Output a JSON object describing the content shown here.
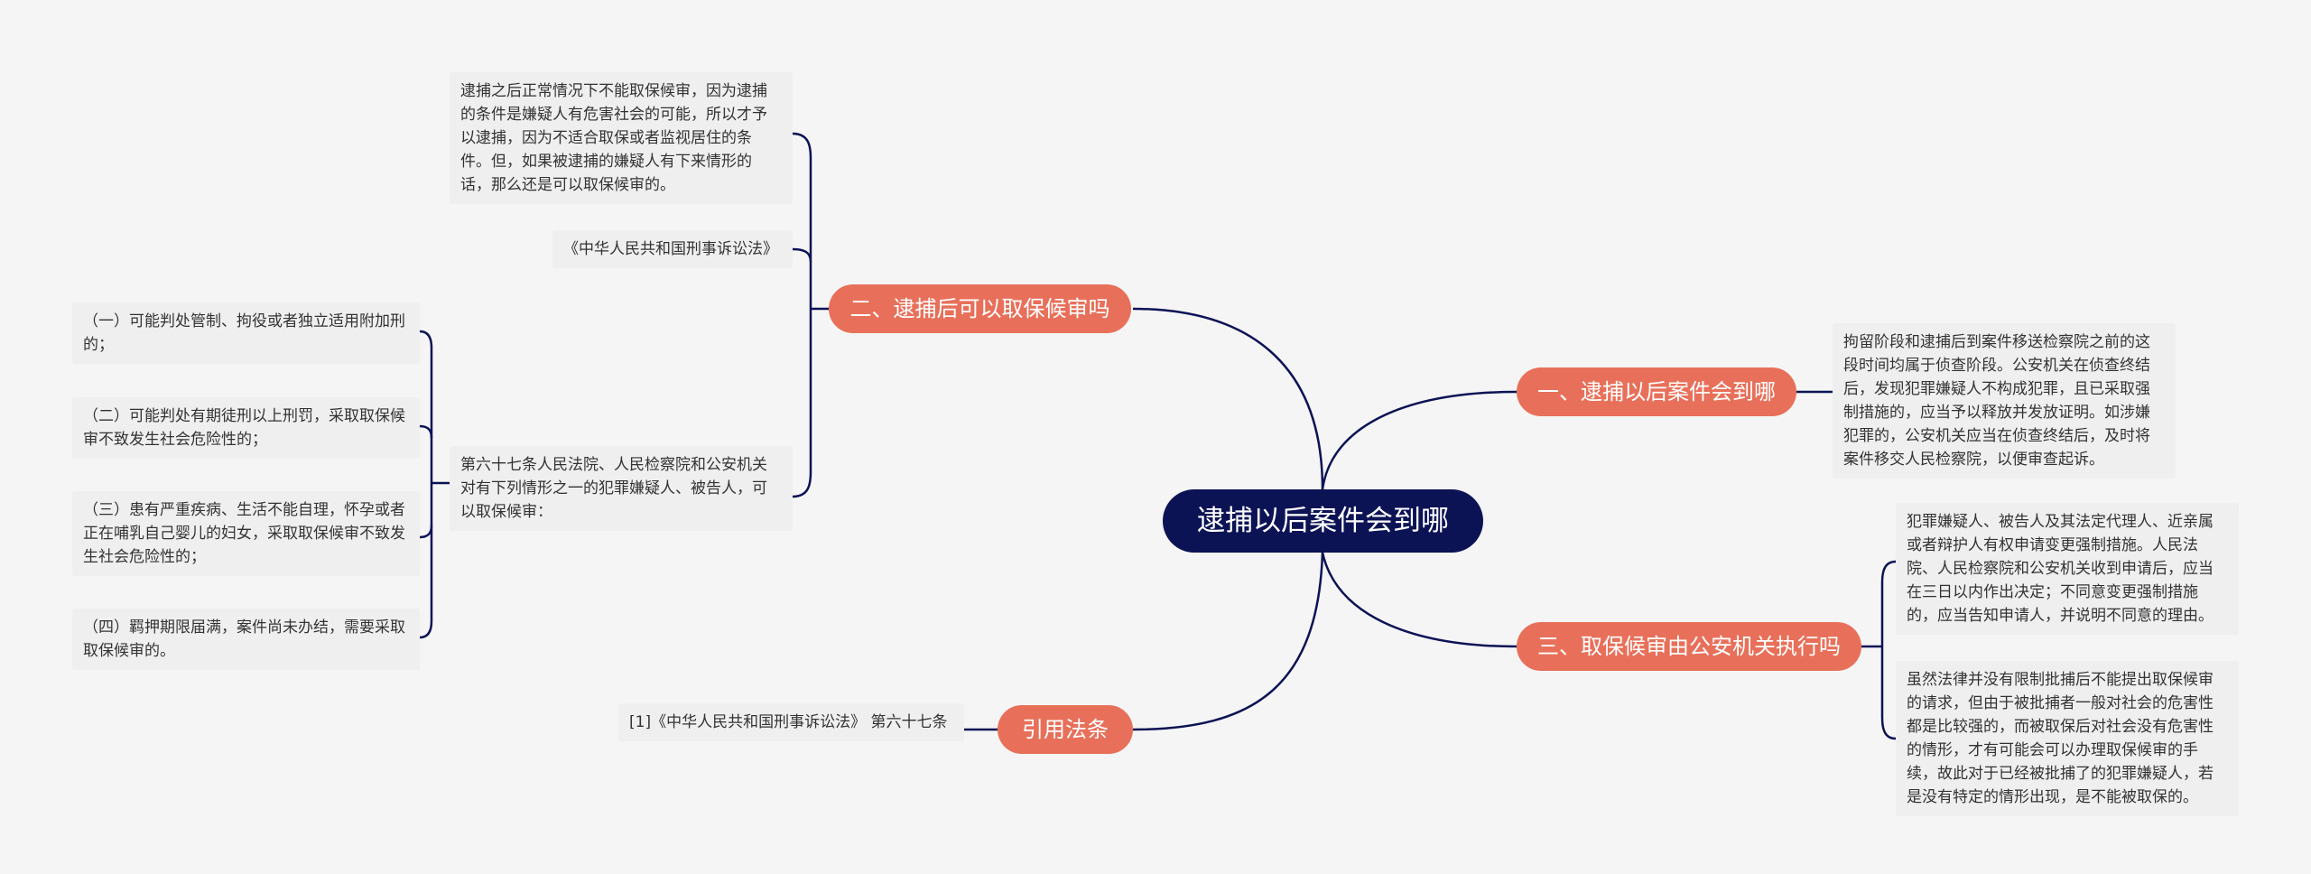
{
  "colors": {
    "background": "#f5f5f5",
    "root_fill": "#0c1355",
    "branch_fill": "#e8705a",
    "leaf_fill": "#efefef",
    "link_stroke": "#0c1355"
  },
  "root": {
    "label": "逮捕以后案件会到哪"
  },
  "branches": [
    {
      "label": "二、逮捕后可以取保候审吗",
      "leaves": [
        {
          "text": "逮捕之后正常情况下不能取保候审，因为逮捕的条件是嫌疑人有危害社会的可能，所以才予以逮捕，因为不适合取保或者监视居住的条件。但，如果被逮捕的嫌疑人有下来情形的话，那么还是可以取保候审的。"
        },
        {
          "text": "《中华人民共和国刑事诉讼法》"
        },
        {
          "text": "第六十七条人民法院、人民检察院和公安机关对有下列情形之一的犯罪嫌疑人、被告人，可以取保候审：",
          "children": [
            {
              "text": "（一）可能判处管制、拘役或者独立适用附加刑的；"
            },
            {
              "text": "（二）可能判处有期徒刑以上刑罚，采取取保候审不致发生社会危险性的；"
            },
            {
              "text": "（三）患有严重疾病、生活不能自理，怀孕或者正在哺乳自己婴儿的妇女，采取取保候审不致发生社会危险性的；"
            },
            {
              "text": "（四）羁押期限届满，案件尚未办结，需要采取取保候审的。"
            }
          ]
        }
      ]
    },
    {
      "label": "一、逮捕以后案件会到哪",
      "leaves": [
        {
          "text": "拘留阶段和逮捕后到案件移送检察院之前的这段时间均属于侦查阶段。公安机关在侦查终结后，发现犯罪嫌疑人不构成犯罪，且已采取强制措施的，应当予以释放并发放证明。如涉嫌犯罪的，公安机关应当在侦查终结后，及时将案件移交人民检察院，以便审查起诉。"
        }
      ]
    },
    {
      "label": "三、取保候审由公安机关执行吗",
      "leaves": [
        {
          "text": "犯罪嫌疑人、被告人及其法定代理人、近亲属或者辩护人有权申请变更强制措施。人民法院、人民检察院和公安机关收到申请后，应当在三日以内作出决定；不同意变更强制措施的，应当告知申请人，并说明不同意的理由。"
        },
        {
          "text": "虽然法律并没有限制批捕后不能提出取保候审的请求，但由于被批捕者一般对社会的危害性都是比较强的，而被取保后对社会没有危害性的情形，才有可能会可以办理取保候审的手续，故此对于已经被批捕了的犯罪嫌疑人，若是没有特定的情形出现，是不能被取保的。"
        }
      ]
    },
    {
      "label": "引用法条",
      "leaves": [
        {
          "text": "[1]《中华人民共和国刑事诉讼法》 第六十七条"
        }
      ]
    }
  ]
}
